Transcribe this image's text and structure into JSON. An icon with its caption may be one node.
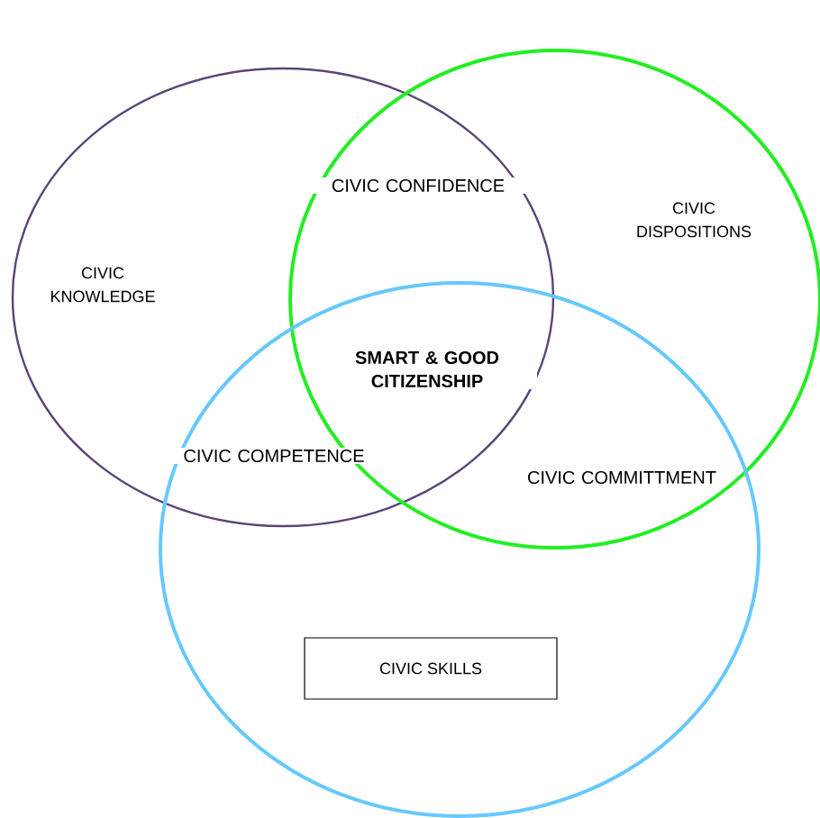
{
  "diagram": {
    "nodes": [
      {
        "text": [
          "CIVIC KNOWLEDGE"
        ]
      },
      {
        "text": [
          "CIVIC DISPOSITIONS"
        ]
      },
      {
        "text": [],
        "shape": "circle"
      },
      {
        "text": [
          "CIVIC SKILLS"
        ],
        "in": 2
      }
    ],
    "labels": [
      "CIVIC CONFIDENCE",
      "SMART & GOOD CITIZENSHIP",
      "CIVIC COMPETENCE",
      "CIVIC COMMITTMENT"
    ]
  }
}
